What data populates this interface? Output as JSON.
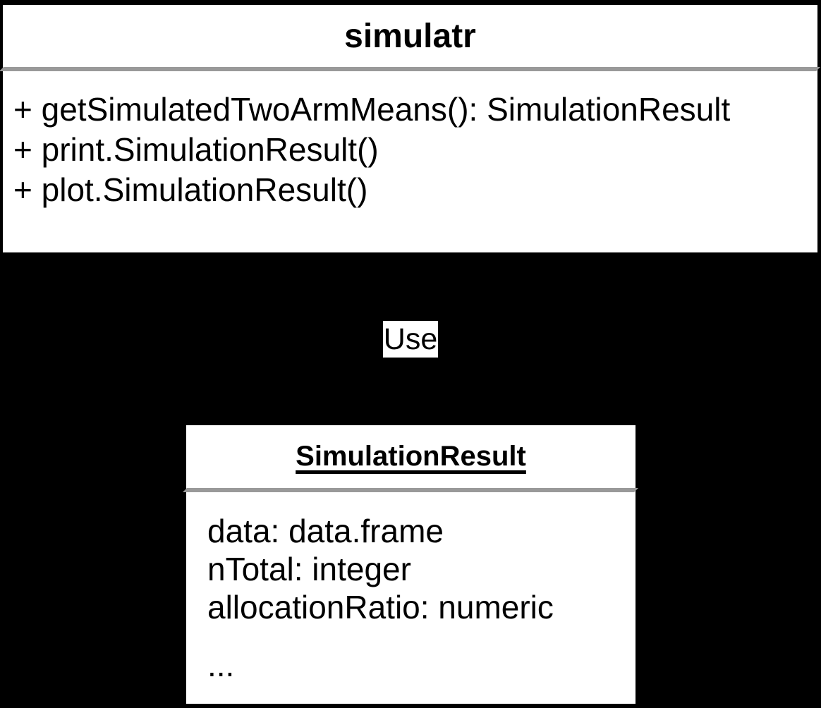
{
  "canvas": {
    "background_color": "#000000",
    "box_background_color": "#ffffff",
    "text_color": "#000000",
    "separator_color": "#999999"
  },
  "top_class": {
    "title": "simulatr",
    "members": [
      "+ getSimulatedTwoArmMeans(): SimulationResult",
      "+ print.SimulationResult()",
      "+ plot.SimulationResult()"
    ]
  },
  "relation": {
    "label": "Use",
    "type": "dependency"
  },
  "bottom_class": {
    "title": "SimulationResult",
    "members": [
      "data: data.frame",
      "nTotal: integer",
      "allocationRatio: numeric",
      "..."
    ]
  }
}
